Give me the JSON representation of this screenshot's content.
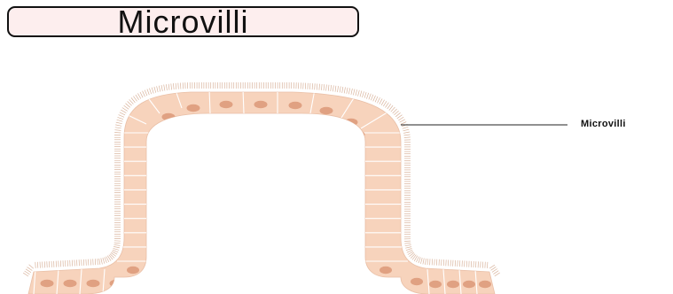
{
  "title": "Microvilli",
  "callout": {
    "label": "Microvilli"
  },
  "colors": {
    "cell_fill": "#f7d3bc",
    "cell_border": "#ffffff",
    "nucleus": "#e0a182",
    "villi": "#d9b49d",
    "title_border": "#111111",
    "title_background": "#fdeeee"
  },
  "structure": {
    "cells_per_column": 9,
    "cells_per_foot": 4
  }
}
